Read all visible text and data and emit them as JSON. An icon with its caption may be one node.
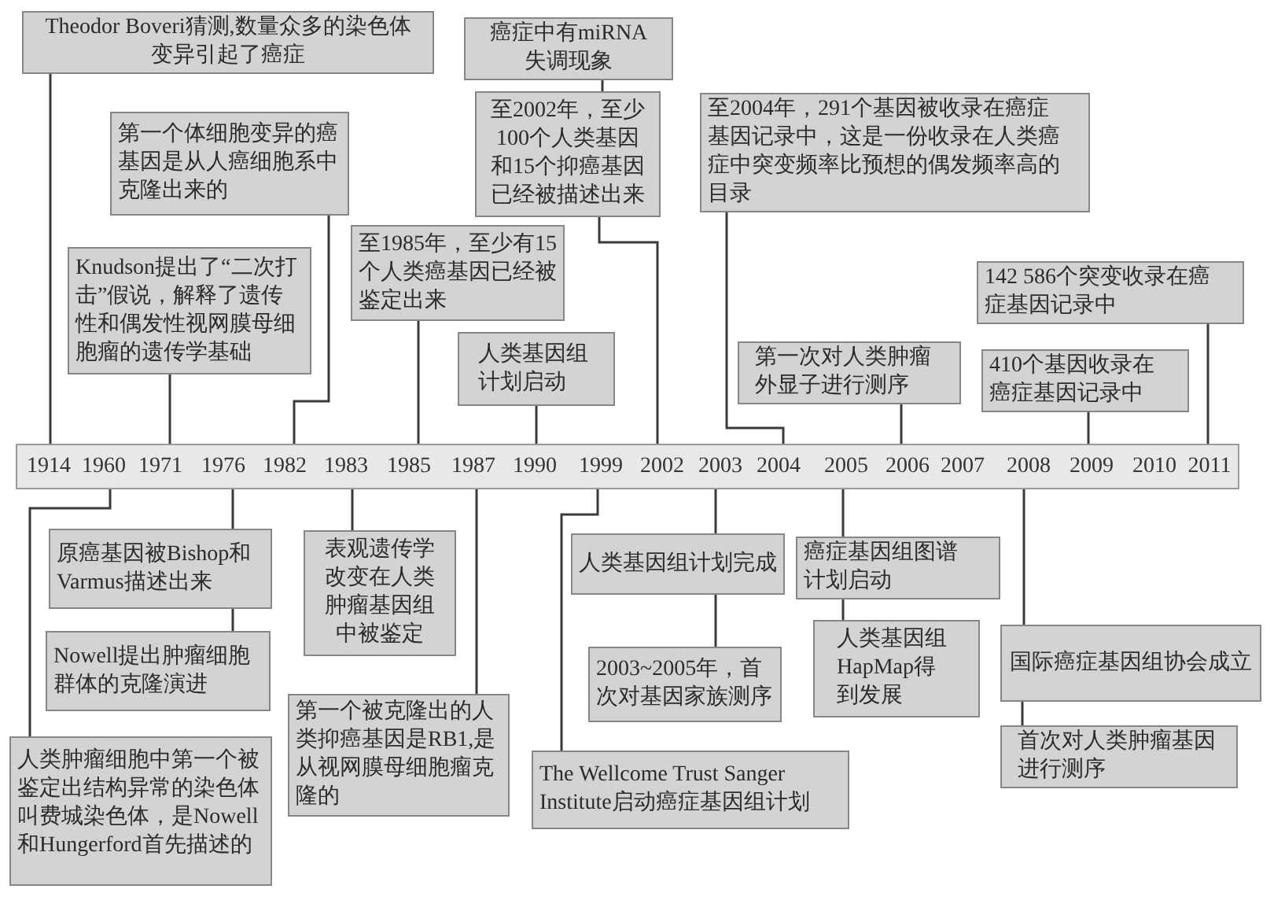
{
  "diagram": {
    "nodes": [
      {
        "text": [
          "Theodor Boveri猜测,数量众多的染色体变异引起了癌症"
        ]
      },
      {
        "text": [
          "癌症中有miRNA失调现象"
        ]
      },
      {
        "text": [
          "第一个体细胞变异的癌基因是从人癌细胞系中克隆出来的"
        ]
      },
      {
        "text": [
          "至2002年，至少100个人类基因和15个抑癌基因已经被描述出来"
        ]
      },
      {
        "text": [
          "至2004年，291个基因被收录在癌症基因记录中，这是一份收录在人类癌症中突变频率比预想的偶发频率高的目录"
        ]
      },
      {
        "text": [
          "至1985年，至少有15个人类癌基因已经被鉴定出来"
        ]
      },
      {
        "text": [
          "142 586个突变收录在癌症基因记录中"
        ]
      },
      {
        "text": [
          "Knudson提出了“二次打击”假说，解释了遗传性和偶发性视网膜母细胞瘤的遗传学基础"
        ]
      },
      {
        "text": [
          "人类基因组计划启动"
        ]
      },
      {
        "text": [
          "410个基因收录在癌症基因记录中"
        ]
      },
      {
        "text": [
          "第一次对人类肿瘤外显子进行测序"
        ]
      },
      {
        "text": [],
        "shape": "bar"
      },
      {
        "text": [
          "1914"
        ],
        "in": 11
      },
      {
        "text": [
          "1960"
        ],
        "in": 11
      },
      {
        "text": [
          "1971"
        ],
        "in": 11
      },
      {
        "text": [
          "1976"
        ],
        "in": 11
      },
      {
        "text": [
          "1982"
        ],
        "in": 11
      },
      {
        "text": [
          "1983"
        ],
        "in": 11
      },
      {
        "text": [
          "1985"
        ],
        "in": 11
      },
      {
        "text": [
          "1987"
        ],
        "in": 11
      },
      {
        "text": [
          "1990"
        ],
        "in": 11
      },
      {
        "text": [
          "1999"
        ],
        "in": 11
      },
      {
        "text": [
          "2002"
        ],
        "in": 11
      },
      {
        "text": [
          "2003"
        ],
        "in": 11
      },
      {
        "text": [
          "2004"
        ],
        "in": 11
      },
      {
        "text": [
          "2005"
        ],
        "in": 11
      },
      {
        "text": [
          "2006"
        ],
        "in": 11
      },
      {
        "text": [
          "2007"
        ],
        "in": 11
      },
      {
        "text": [
          "2008"
        ],
        "in": 11
      },
      {
        "text": [
          "2009"
        ],
        "in": 11
      },
      {
        "text": [
          "2010"
        ],
        "in": 11
      },
      {
        "text": [
          "2011"
        ],
        "in": 11
      },
      {
        "text": [
          "原癌基因被Bishop和Varmus描述出来"
        ]
      },
      {
        "text": [
          "表观遗传学改变在人类肿瘤基因组中被鉴定"
        ]
      },
      {
        "text": [
          "人类基因组计划完成"
        ]
      },
      {
        "text": [
          "癌症基因组图谱计划启动"
        ]
      },
      {
        "text": [
          "Nowell提出肿瘤细胞群体的克隆演进"
        ]
      },
      {
        "text": [
          "人类基因组HapMap得到发展"
        ]
      },
      {
        "text": [
          "国际癌症基因组协会成立"
        ]
      },
      {
        "text": [
          "2003~2005年，首次对基因家族测序"
        ]
      },
      {
        "text": [
          "首次对人类肿瘤基因进行测序"
        ]
      },
      {
        "text": [
          "第一个被克隆出的人类抑癌基因是RB1,是从视网膜母细胞瘤克隆的"
        ]
      },
      {
        "text": [
          "人类肿瘤细胞中第一个被鉴定出结构异常的染色体叫费城染色体，是Nowell和Hungerford首先描述的"
        ]
      },
      {
        "text": [
          "The Wellcome Trust Sanger Institute启动癌症基因组计划"
        ]
      }
    ],
    "edges": [
      {
        "from": 0,
        "to": 12,
        "arrow": "none"
      },
      {
        "from": 1,
        "to": 3,
        "arrow": "none"
      },
      {
        "from": 2,
        "to": 16,
        "arrow": "none"
      },
      {
        "from": 3,
        "to": 22,
        "arrow": "none"
      },
      {
        "from": 4,
        "to": 24,
        "arrow": "none"
      },
      {
        "from": 5,
        "to": 18,
        "arrow": "none"
      },
      {
        "from": 6,
        "to": 31,
        "arrow": "none"
      },
      {
        "from": 7,
        "to": 14,
        "arrow": "none"
      },
      {
        "from": 8,
        "to": 20,
        "arrow": "none"
      },
      {
        "from": 9,
        "to": 29,
        "arrow": "none"
      },
      {
        "from": 10,
        "to": 26,
        "arrow": "none"
      },
      {
        "from": 15,
        "to": 32,
        "arrow": "none"
      },
      {
        "from": 32,
        "to": 36,
        "arrow": "none"
      },
      {
        "from": 13,
        "to": 42,
        "arrow": "none"
      },
      {
        "from": 17,
        "to": 33,
        "arrow": "none"
      },
      {
        "from": 19,
        "to": 41,
        "arrow": "none"
      },
      {
        "from": 23,
        "to": 34,
        "arrow": "none"
      },
      {
        "from": 34,
        "to": 39,
        "arrow": "none"
      },
      {
        "from": 21,
        "to": 43,
        "arrow": "none"
      },
      {
        "from": 25,
        "to": 35,
        "arrow": "none"
      },
      {
        "from": 35,
        "to": 37,
        "arrow": "none"
      },
      {
        "from": 28,
        "to": 38,
        "arrow": "none"
      },
      {
        "from": 38,
        "to": 40,
        "arrow": "none"
      }
    ]
  }
}
